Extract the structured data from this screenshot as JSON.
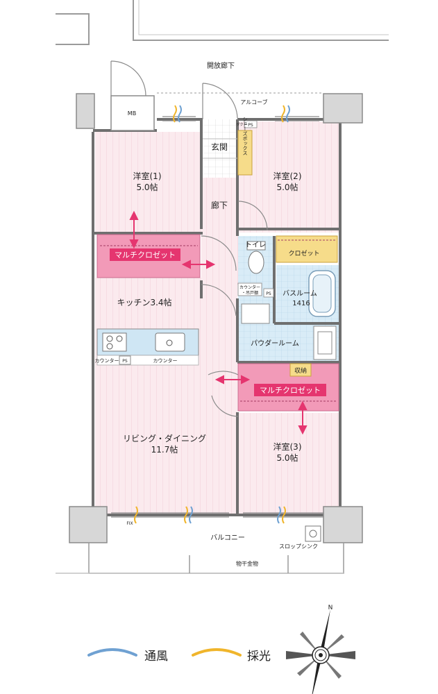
{
  "rooms": {
    "western1_name": "洋室(1)",
    "western1_size": "5.0帖",
    "western2_name": "洋室(2)",
    "western2_size": "5.0帖",
    "western3_name": "洋室(3)",
    "western3_size": "5.0帖",
    "entrance": "玄関",
    "hallway": "廊下",
    "toilet": "トイレ",
    "bath_name": "バスルーム",
    "bath_size": "1416",
    "powder": "パウダールーム",
    "kitchen": "キッチン3.4帖",
    "living_name": "リビング・ダイニング",
    "living_size": "11.7帖"
  },
  "storage": {
    "multi_closet_1": "マルチクロゼット",
    "multi_closet_2": "マルチクロゼット",
    "closet": "クロゼット",
    "shoe_box": "シューズボックス",
    "shuno": "収納",
    "counter_left": "カウンター",
    "counter_right": "カウンター",
    "counter_toilet_line1": "カウンター",
    "counter_toilet_line2": "・吊戸棚"
  },
  "outside": {
    "open_corridor": "開放廊下",
    "alcove": "アルコーブ",
    "mb": "MB",
    "balcony": "バルコニー",
    "slop_sink": "スロップシンク",
    "drying_rack": "物干金物",
    "fix": "FIX",
    "dk": "ダクト",
    "ps": "PS"
  },
  "legend": {
    "wind": "通風",
    "light": "採光",
    "north": "N"
  },
  "colors": {
    "room_fill": "#fbeaee",
    "closet_fill": "#f29ab8",
    "closet_label_bg": "#e5356f",
    "arrow": "#e5356f",
    "wall": "#6f6f6f",
    "wind": "#6fa1d2",
    "light": "#f0b52b",
    "shoe": "#f6dc8a",
    "bath": "#cfe6f4"
  }
}
